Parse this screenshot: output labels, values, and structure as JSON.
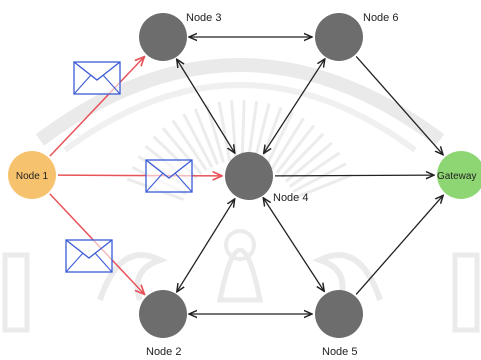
{
  "colors": {
    "background": "#ffffff",
    "watermark": "#d9d9d9",
    "source_node": "#f7c26d",
    "relay_node": "#6d6d6d",
    "gateway_node": "#8ed673",
    "link": "#222222",
    "source_link": "#e8535a",
    "envelope": "#3b5bd6"
  },
  "nodes": {
    "node1": {
      "label": "Node 1"
    },
    "node2": {
      "label": "Node 2"
    },
    "node3": {
      "label": "Node 3"
    },
    "node4": {
      "label": "Node 4"
    },
    "node5": {
      "label": "Node 5"
    },
    "node6": {
      "label": "Node 6"
    },
    "gateway": {
      "label": "Gateway"
    }
  },
  "edges": [
    {
      "from": "node1",
      "to": "node3",
      "style": "source",
      "direction": "forward"
    },
    {
      "from": "node1",
      "to": "node4",
      "style": "source",
      "direction": "forward"
    },
    {
      "from": "node1",
      "to": "node2",
      "style": "source",
      "direction": "forward"
    },
    {
      "from": "node3",
      "to": "node6",
      "style": "link",
      "direction": "both"
    },
    {
      "from": "node3",
      "to": "node4",
      "style": "link",
      "direction": "both"
    },
    {
      "from": "node6",
      "to": "node4",
      "style": "link",
      "direction": "both"
    },
    {
      "from": "node6",
      "to": "gateway",
      "style": "link",
      "direction": "forward"
    },
    {
      "from": "node4",
      "to": "gateway",
      "style": "link",
      "direction": "forward"
    },
    {
      "from": "node2",
      "to": "node4",
      "style": "link",
      "direction": "both"
    },
    {
      "from": "node4",
      "to": "node5",
      "style": "link",
      "direction": "both"
    },
    {
      "from": "node2",
      "to": "node5",
      "style": "link",
      "direction": "both"
    },
    {
      "from": "node5",
      "to": "gateway",
      "style": "link",
      "direction": "forward"
    }
  ],
  "envelopes": [
    {
      "on_edge": "node1-node3",
      "icon": "envelope-icon"
    },
    {
      "on_edge": "node1-node4",
      "icon": "envelope-icon"
    },
    {
      "on_edge": "node1-node2",
      "icon": "envelope-icon"
    }
  ]
}
